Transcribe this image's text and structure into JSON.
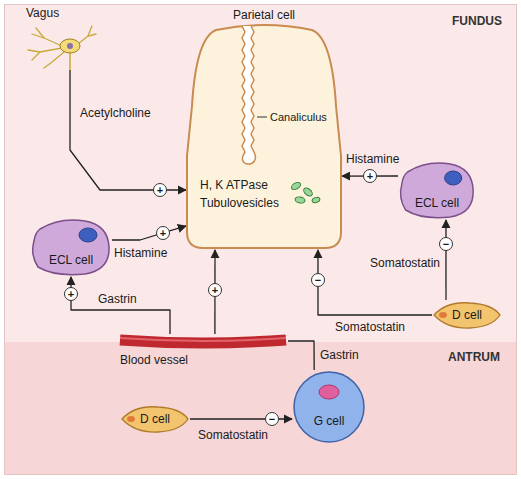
{
  "diagram": {
    "nodes": [
      {
        "text": [
          "Parietal cell",
          "Canaliculus",
          "H, K ATPase",
          "Tubulovesicles"
        ]
      },
      {
        "text": [
          "Vagus"
        ]
      },
      {
        "text": [
          "ECL cell"
        ]
      },
      {
        "text": [
          "ECL cell"
        ]
      },
      {
        "text": [
          "D cell"
        ]
      },
      {
        "text": [
          "Blood vessel"
        ]
      },
      {
        "text": [
          "G cell"
        ]
      },
      {
        "text": [
          "D cell"
        ]
      }
    ],
    "edges": [
      {
        "from": 1,
        "to": 0,
        "arrow": "to",
        "label": "Acetylcholine"
      },
      {
        "from": 3,
        "to": 0,
        "arrow": "to",
        "label": "Histamine"
      },
      {
        "from": 2,
        "to": 0,
        "arrow": "to",
        "label": "Histamine"
      },
      {
        "from": 4,
        "to": 2,
        "arrow": "to",
        "label": "Somatostatin"
      },
      {
        "from": 4,
        "to": 0,
        "arrow": "to",
        "label": "Somatostatin"
      },
      {
        "from": 6,
        "to": 5,
        "arrow": "none",
        "label": "Gastrin"
      },
      {
        "from": 5,
        "to": 0,
        "arrow": "to"
      },
      {
        "from": 5,
        "to": 3,
        "arrow": "to",
        "label": "Gastrin"
      },
      {
        "from": 7,
        "to": 6,
        "arrow": "to",
        "label": "Somatostatin"
      }
    ],
    "labels": [
      "FUNDUS",
      "ANTRUM",
      "+",
      "+",
      "+",
      "+",
      "+",
      "−",
      "−",
      "−"
    ]
  }
}
